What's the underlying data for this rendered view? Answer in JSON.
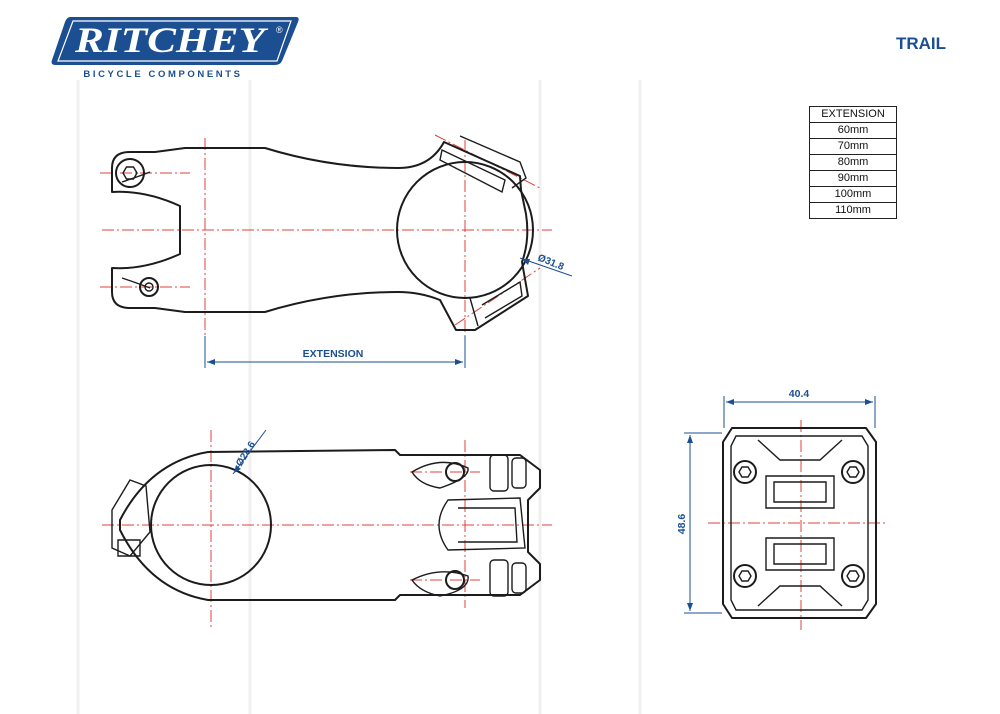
{
  "brand": {
    "name": "RITCHEY",
    "tagline": "BICYCLE COMPONENTS",
    "registered_mark": "®",
    "color": "#1b4f92"
  },
  "product_line": "TRAIL",
  "extension_table": {
    "header": "EXTENSION",
    "rows": [
      "60mm",
      "70mm",
      "80mm",
      "90mm",
      "100mm",
      "110mm"
    ]
  },
  "dimensions": {
    "extension_label": "EXTENSION",
    "bar_clamp_diameter": "Ø31.8",
    "steerer_diameter": "Ø28.6",
    "faceplate_width": "40.4",
    "faceplate_height": "48.6"
  },
  "colors": {
    "centerline": "#e0413b",
    "dimension": "#1b4f92",
    "outline": "#1c1c1c"
  }
}
